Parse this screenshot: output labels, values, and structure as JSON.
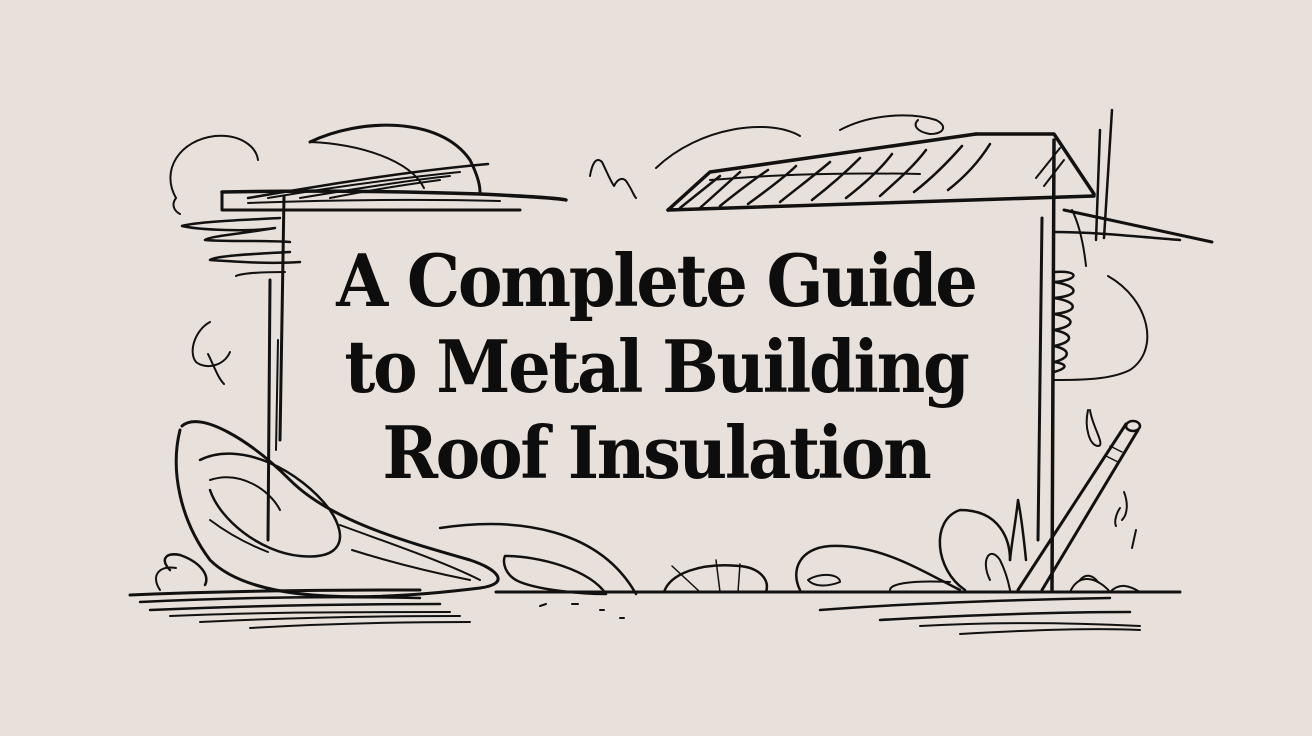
{
  "header_image": {
    "title_lines": [
      "A Complete Guide",
      "to Metal Building",
      "Roof Insulation"
    ],
    "background_color": "#e8e1db",
    "ink_color": "#111111",
    "illustration": {
      "style": "hand-drawn line sketch",
      "elements": [
        "rectangular-sign-frame-icon",
        "slanted-roof-icon",
        "insulation-batting-coil-icon",
        "ground-hatching",
        "bushes-and-grass",
        "leaning-post-icon",
        "decorative-swirls"
      ]
    }
  }
}
